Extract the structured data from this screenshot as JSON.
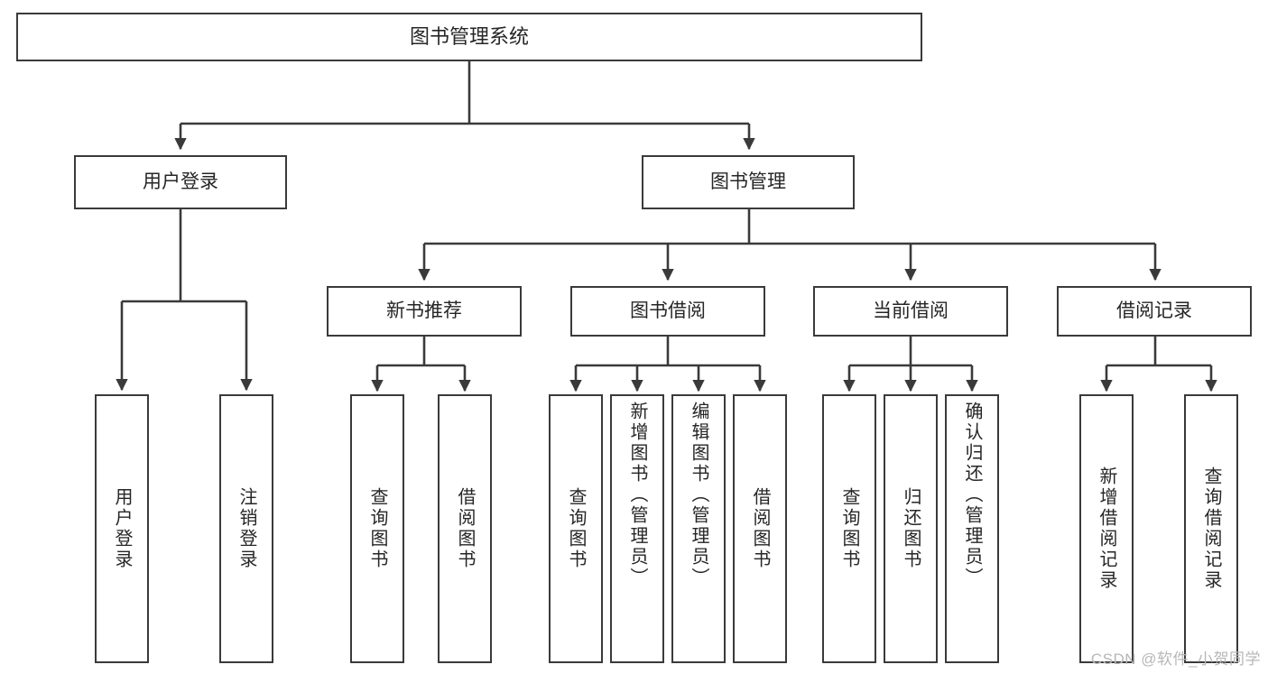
{
  "diagram": {
    "title": "图书管理系统",
    "type": "hierarchy-tree",
    "watermark": "CSDN @软件_小贺同学",
    "levels": {
      "root": {
        "label": "图书管理系统"
      },
      "level2": [
        {
          "id": "user-login",
          "label": "用户登录"
        },
        {
          "id": "book-manage",
          "label": "图书管理"
        }
      ],
      "level3": [
        {
          "id": "new-book-recommend",
          "label": "新书推荐"
        },
        {
          "id": "book-borrow",
          "label": "图书借阅"
        },
        {
          "id": "current-borrow",
          "label": "当前借阅"
        },
        {
          "id": "borrow-record",
          "label": "借阅记录"
        }
      ],
      "leaves": {
        "user-login": [
          {
            "id": "leaf-user-login",
            "label": "用户登录"
          },
          {
            "id": "leaf-user-logout",
            "label": "注销登录"
          }
        ],
        "new-book-recommend": [
          {
            "id": "leaf-query-book-1",
            "label": "查询图书"
          },
          {
            "id": "leaf-borrow-book-1",
            "label": "借阅图书"
          }
        ],
        "book-borrow": [
          {
            "id": "leaf-query-book-2",
            "label": "查询图书"
          },
          {
            "id": "leaf-add-book",
            "label": "新增图书（管理员）"
          },
          {
            "id": "leaf-edit-book",
            "label": "编辑图书（管理员）"
          },
          {
            "id": "leaf-borrow-book-2",
            "label": "借阅图书"
          }
        ],
        "current-borrow": [
          {
            "id": "leaf-query-book-3",
            "label": "查询图书"
          },
          {
            "id": "leaf-return-book",
            "label": "归还图书"
          },
          {
            "id": "leaf-confirm-return",
            "label": "确认归还（管理员）"
          }
        ],
        "borrow-record": [
          {
            "id": "leaf-add-record",
            "label": "新增借阅记录"
          },
          {
            "id": "leaf-query-record",
            "label": "查询借阅记录"
          }
        ]
      }
    },
    "colors": {
      "stroke": "#3a3a3a",
      "fill": "#ffffff",
      "text": "#262626",
      "watermark": "#b7b7b7"
    }
  }
}
